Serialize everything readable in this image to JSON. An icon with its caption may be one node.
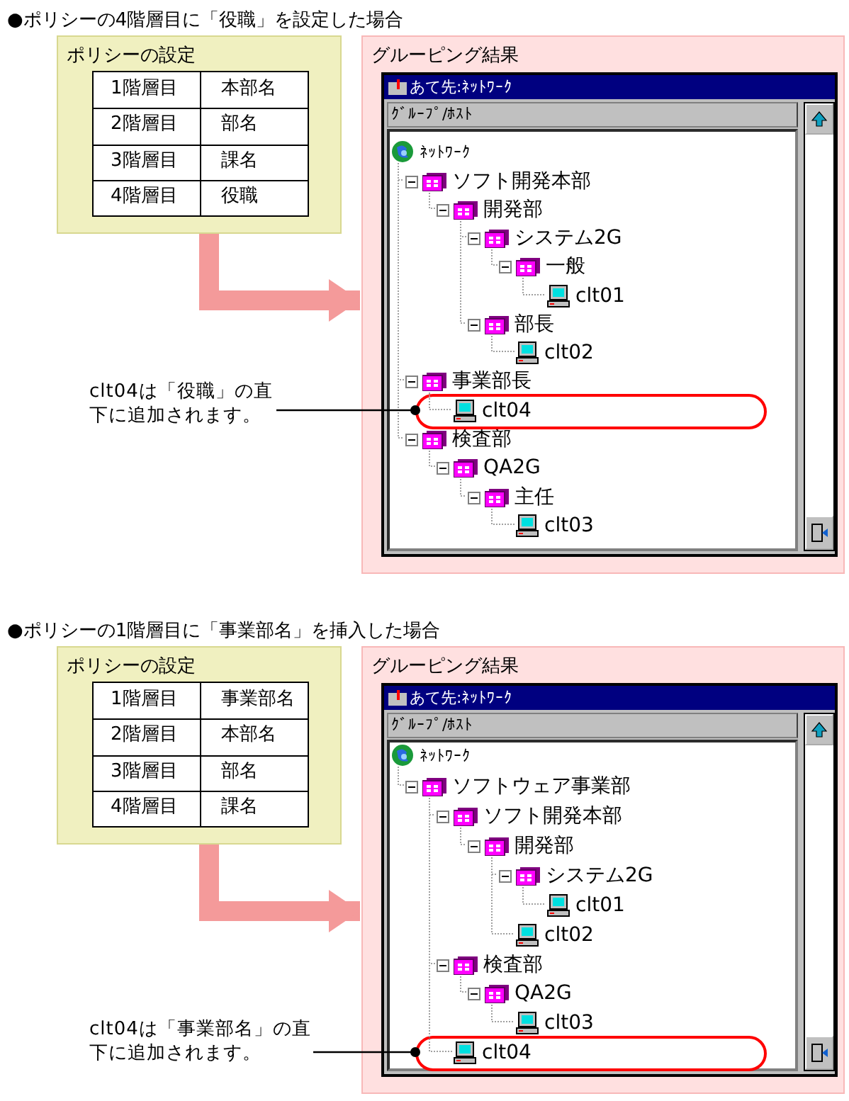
{
  "diagram": {
    "nodes": [
      {
        "text": [
          "ポリシーの設定"
        ]
      },
      {
        "text": [
          "グルーピング結果"
        ]
      },
      {
        "text": [
          "あて先:ﾈｯﾄﾜｰｸ",
          "ｸﾞﾙｰﾌﾟ/ﾎｽﾄ"
        ],
        "in": 1
      },
      {
        "text": [
          "ﾈｯﾄﾜｰｸ"
        ],
        "in": 2
      },
      {
        "text": [
          "ソフト開発本部"
        ],
        "in": 2
      },
      {
        "text": [
          "開発部"
        ],
        "in": 2
      },
      {
        "text": [
          "システム2G"
        ],
        "in": 2
      },
      {
        "text": [
          "一般"
        ],
        "in": 2
      },
      {
        "text": [
          "clt01"
        ],
        "in": 2
      },
      {
        "text": [
          "部長"
        ],
        "in": 2
      },
      {
        "text": [
          "clt02"
        ],
        "in": 2
      },
      {
        "text": [
          "事業部長"
        ],
        "in": 2
      },
      {
        "text": [],
        "shape": "ellipse",
        "in": 2
      },
      {
        "text": [
          "clt04"
        ],
        "in": 12
      },
      {
        "text": [
          "検査部"
        ],
        "in": 2
      },
      {
        "text": [
          "QA2G"
        ],
        "in": 2
      },
      {
        "text": [
          "主任"
        ],
        "in": 2
      },
      {
        "text": [
          "clt03"
        ],
        "in": 2
      },
      {
        "text": [
          "clt04は「役職」の直下に追加されます。"
        ]
      },
      {
        "text": [
          "ポリシーの設定"
        ]
      },
      {
        "text": [
          "グルーピング結果"
        ]
      },
      {
        "text": [
          "あて先:ﾈｯﾄﾜｰｸ",
          "ｸﾞﾙｰﾌﾟ/ﾎｽﾄ"
        ],
        "in": 20
      },
      {
        "text": [
          "ﾈｯﾄﾜｰｸ"
        ],
        "in": 21
      },
      {
        "text": [
          "ソフトウェア事業部"
        ],
        "in": 21
      },
      {
        "text": [
          "ソフト開発本部"
        ],
        "in": 21
      },
      {
        "text": [
          "開発部"
        ],
        "in": 21
      },
      {
        "text": [
          "システム2G"
        ],
        "in": 21
      },
      {
        "text": [
          "clt01"
        ],
        "in": 21
      },
      {
        "text": [
          "clt02"
        ],
        "in": 21
      },
      {
        "text": [
          "検査部"
        ],
        "in": 21
      },
      {
        "text": [
          "QA2G"
        ],
        "in": 21
      },
      {
        "text": [
          "clt03"
        ],
        "in": 21
      },
      {
        "text": [],
        "shape": "ellipse",
        "in": 21
      },
      {
        "text": [
          "clt04"
        ],
        "in": 32
      },
      {
        "text": [
          "clt04は「事業部名」の直下に追加されます。"
        ]
      }
    ],
    "edges": [
      {
        "from": 0,
        "to": 1,
        "arrow": "to",
        "style": "thick",
        "color": "#f49a9a"
      },
      {
        "from": 3,
        "to": 4,
        "arrow": "none",
        "style": "dashed",
        "color": "#a0a0a0"
      },
      {
        "from": 4,
        "to": 5,
        "arrow": "none",
        "style": "dashed",
        "color": "#a0a0a0"
      },
      {
        "from": 5,
        "to": 6,
        "arrow": "none",
        "style": "dashed",
        "color": "#a0a0a0"
      },
      {
        "from": 6,
        "to": 7,
        "arrow": "none",
        "style": "dashed",
        "color": "#a0a0a0"
      },
      {
        "from": 7,
        "to": 8,
        "arrow": "none",
        "style": "dashed",
        "color": "#a0a0a0"
      },
      {
        "from": 5,
        "to": 9,
        "arrow": "none",
        "style": "dashed",
        "color": "#a0a0a0"
      },
      {
        "from": 9,
        "to": 10,
        "arrow": "none",
        "style": "dashed",
        "color": "#a0a0a0"
      },
      {
        "from": 3,
        "to": 11,
        "arrow": "none",
        "style": "dashed",
        "color": "#a0a0a0"
      },
      {
        "from": 11,
        "to": 13,
        "arrow": "none",
        "style": "dashed",
        "color": "#a0a0a0"
      },
      {
        "from": 3,
        "to": 14,
        "arrow": "none",
        "style": "dashed",
        "color": "#a0a0a0"
      },
      {
        "from": 14,
        "to": 15,
        "arrow": "none",
        "style": "dashed",
        "color": "#a0a0a0"
      },
      {
        "from": 15,
        "to": 16,
        "arrow": "none",
        "style": "dashed",
        "color": "#a0a0a0"
      },
      {
        "from": 16,
        "to": 17,
        "arrow": "none",
        "style": "dashed",
        "color": "#a0a0a0"
      },
      {
        "from": 18,
        "to": 12,
        "arrow": "other",
        "color": "#000000"
      },
      {
        "from": 19,
        "to": 20,
        "arrow": "to",
        "style": "thick",
        "color": "#f49a9a"
      },
      {
        "from": 22,
        "to": 23,
        "arrow": "none",
        "style": "dashed",
        "color": "#a0a0a0"
      },
      {
        "from": 23,
        "to": 24,
        "arrow": "none",
        "style": "dashed",
        "color": "#a0a0a0"
      },
      {
        "from": 24,
        "to": 25,
        "arrow": "none",
        "style": "dashed",
        "color": "#a0a0a0"
      },
      {
        "from": 25,
        "to": 26,
        "arrow": "none",
        "style": "dashed",
        "color": "#a0a0a0"
      },
      {
        "from": 26,
        "to": 27,
        "arrow": "none",
        "style": "dashed",
        "color": "#a0a0a0"
      },
      {
        "from": 25,
        "to": 28,
        "arrow": "none",
        "style": "dashed",
        "color": "#a0a0a0"
      },
      {
        "from": 23,
        "to": 29,
        "arrow": "none",
        "style": "dashed",
        "color": "#a0a0a0"
      },
      {
        "from": 29,
        "to": 30,
        "arrow": "none",
        "style": "dashed",
        "color": "#a0a0a0"
      },
      {
        "from": 30,
        "to": 31,
        "arrow": "none",
        "style": "dashed",
        "color": "#a0a0a0"
      },
      {
        "from": 23,
        "to": 33,
        "arrow": "none",
        "style": "dashed",
        "color": "#a0a0a0"
      },
      {
        "from": 34,
        "to": 32,
        "arrow": "other",
        "color": "#000000"
      }
    ],
    "labels": [
      "●ポリシーの4階層目に「役職」を設定した場合",
      "1階層目",
      "本部名",
      "2階層目",
      "部名",
      "3階層目",
      "課名",
      "4階層目",
      "役職",
      "●ポリシーの1階層目に「事業部名」を挿入した場合",
      "1階層目",
      "事業部名",
      "2階層目",
      "本部名",
      "3階層目",
      "部名",
      "4階層目",
      "課名"
    ]
  }
}
